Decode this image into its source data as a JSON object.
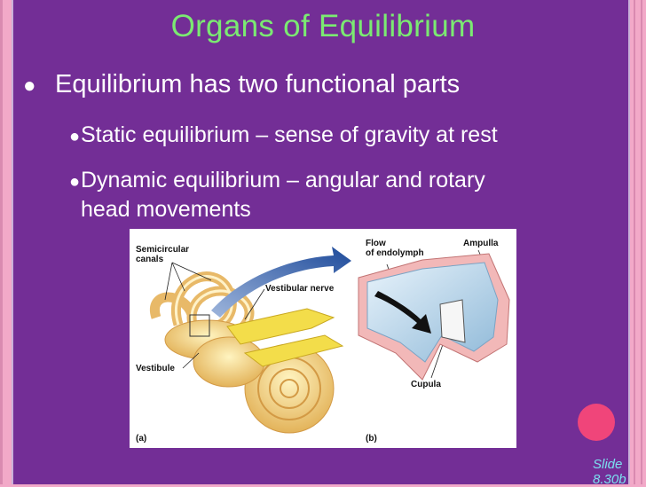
{
  "slide": {
    "title": "Organs of Equilibrium",
    "bullet1": "Equilibrium has two functional parts",
    "sub1": "Static equilibrium – sense of gravity at rest",
    "sub2_line1": "Dynamic equilibrium – angular and rotary",
    "sub2_line2": "head movements",
    "slide_label_1": "Slide",
    "slide_label_2": "8.30b"
  },
  "figure": {
    "labels": {
      "semicircular_1": "Semicircular",
      "semicircular_2": "canals",
      "vestibular_nerve": "Vestibular nerve",
      "vestibule": "Vestibule",
      "flow_1": "Flow",
      "flow_2": "of endolymph",
      "ampulla": "Ampulla",
      "cupula": "Cupula",
      "panel_a": "(a)",
      "panel_b": "(b)"
    }
  },
  "colors": {
    "background": "#732e96",
    "title": "#7bea72",
    "page_edge": "#f2a9c8",
    "accent_circle": "#f0457a"
  }
}
